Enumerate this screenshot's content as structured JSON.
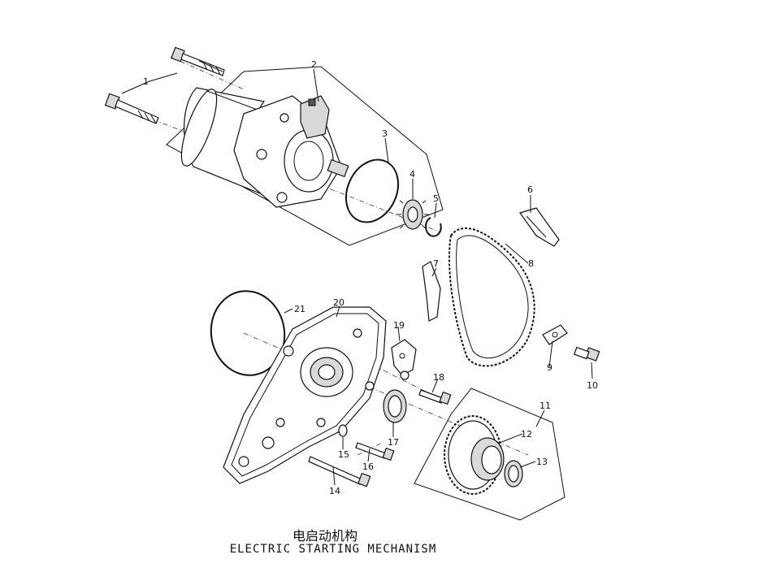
{
  "title": {
    "chinese": "电启动机构",
    "english": "ELECTRIC STARTING MECHANISM"
  },
  "callouts": [
    "1",
    "2",
    "3",
    "4",
    "5",
    "6",
    "7",
    "8",
    "9",
    "10",
    "11",
    "12",
    "13",
    "14",
    "15",
    "16",
    "17",
    "18",
    "19",
    "20",
    "21"
  ]
}
